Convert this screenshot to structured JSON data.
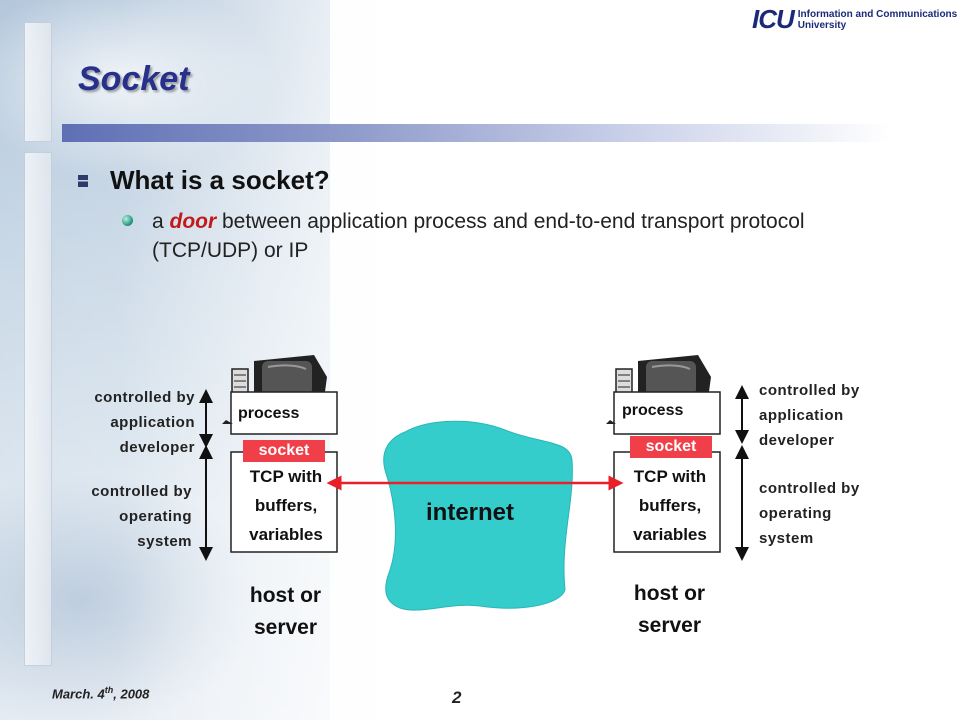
{
  "slide": {
    "title": "Socket",
    "logo": {
      "mark": "ICU",
      "line1": "Information and Communications",
      "line2": "University"
    },
    "bullet_main": "What is a socket?",
    "bullet_sub": {
      "prefix": "a ",
      "emphasis": "door",
      "rest": " between application process and end-to-end transport protocol (TCP/UDP) or IP"
    },
    "footer": {
      "date_main": "March. 4",
      "date_sup": "th",
      "date_year": ", 2008",
      "page": "2"
    }
  },
  "diagram": {
    "left_host": {
      "process": "process",
      "socket": "socket",
      "tcp_lines": [
        "TCP with",
        "buffers,",
        "variables"
      ],
      "host_lines": [
        "host or",
        "server"
      ],
      "upper_label": [
        "controlled by",
        "application",
        "developer"
      ],
      "lower_label": [
        "controlled by",
        "operating",
        "system"
      ]
    },
    "right_host": {
      "process": "process",
      "socket": "socket",
      "tcp_lines": [
        "TCP with",
        "buffers,",
        "variables"
      ],
      "host_lines": [
        "host or",
        "server"
      ],
      "upper_label": [
        "controlled by",
        "application",
        "developer"
      ],
      "lower_label": [
        "controlled by",
        "operating",
        "system"
      ]
    },
    "cloud_label": "internet",
    "colors": {
      "socket": "#f13f4a",
      "cloud": "#35cccc",
      "connection": "#e8202a"
    }
  }
}
